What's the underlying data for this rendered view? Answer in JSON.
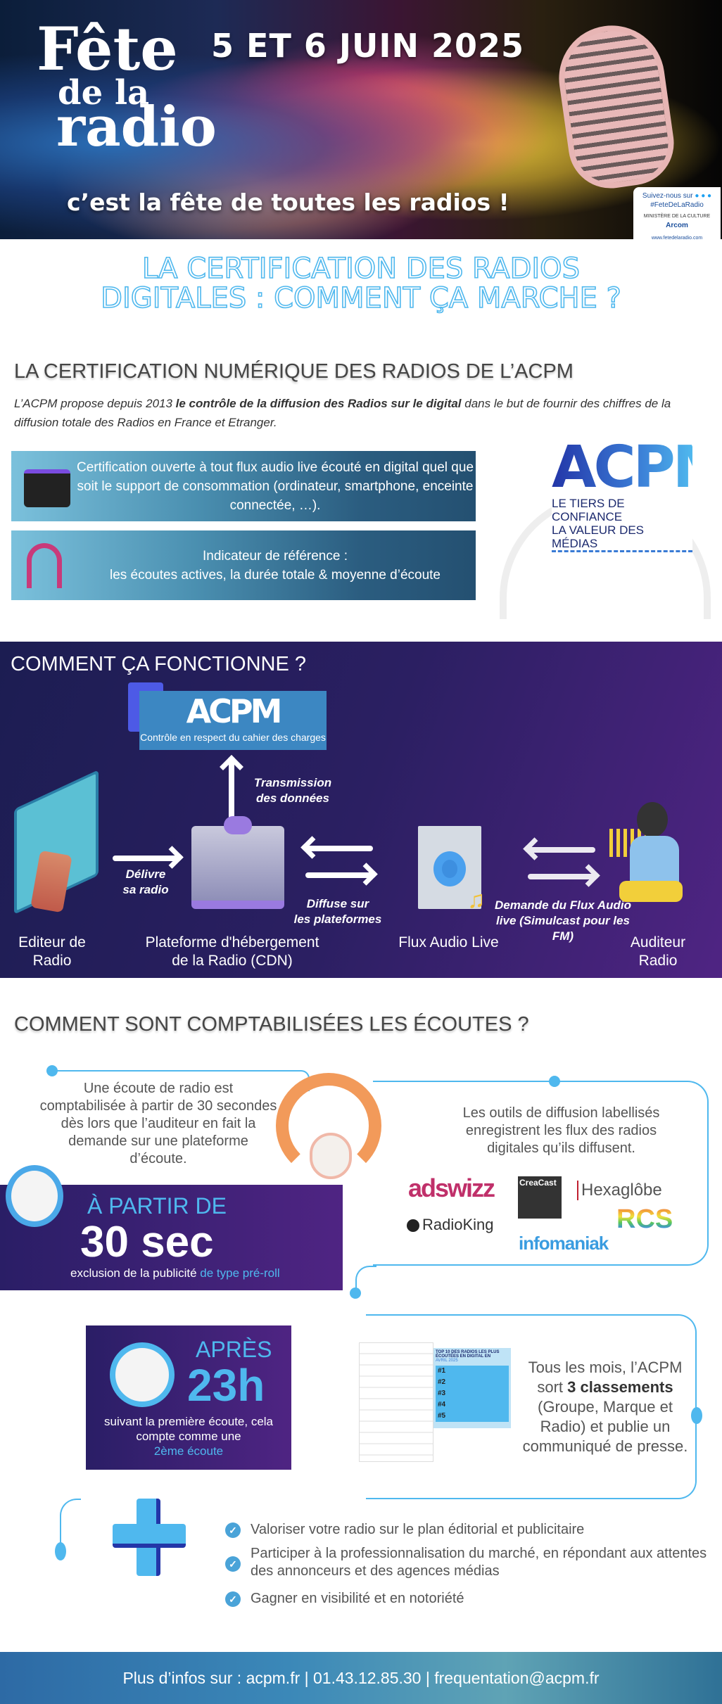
{
  "banner": {
    "logo_lines": [
      "Fête",
      "de la",
      "radio"
    ],
    "date": "5 ET 6 JUIN 2025",
    "tagline": "c’est la fête de toutes les radios !",
    "follow": "Suivez-nous sur",
    "hashtag": "#FeteDeLaRadio",
    "partners": [
      "MINISTÈRE DE LA CULTURE",
      "Arcom"
    ],
    "website": "www.fetedelaradio.com"
  },
  "title": {
    "line1": "LA CERTIFICATION DES RADIOS",
    "line2": "DIGITALES : COMMENT ÇA MARCHE ?"
  },
  "section1": {
    "heading": "LA CERTIFICATION NUMÉRIQUE DES RADIOS DE L’ACPM",
    "intro_pre": "L’ACPM propose depuis 2013 ",
    "intro_bold": "le contrôle de la diffusion des Radios sur le digital",
    "intro_post": " dans le but de fournir des chiffres de la diffusion totale des Radios en France et Etranger.",
    "box1": "Certification ouverte à tout flux audio live écouté en digital quel que soit le support de consommation (ordinateur, smartphone, enceinte connectée, …).",
    "box2_line1": "Indicateur de référence :",
    "box2_line2": "les écoutes actives, la durée totale & moyenne d’écoute",
    "acpm_logo": "ACPM",
    "acpm_tagline1": "LE TIERS DE CONFIANCE",
    "acpm_tagline2": "LA VALEUR DES MÉDIAS"
  },
  "section2": {
    "heading": "COMMENT ÇA FONCTIONNE ?",
    "acpm_logo": "ACPM",
    "acpm_caption": "Contrôle en respect du cahier des charges",
    "transmission": [
      "Transmission",
      "des données"
    ],
    "delivre": [
      "Délivre",
      "sa radio"
    ],
    "diffuse": [
      "Diffuse sur",
      "les plateformes"
    ],
    "demande": [
      "Demande du Flux Audio",
      "live (Simulcast pour les",
      "FM)"
    ],
    "labels": {
      "editeur": [
        "Editeur de",
        "Radio"
      ],
      "plateforme": [
        "Plateforme d'hébergement",
        "de la Radio (CDN)"
      ],
      "flux": "Flux Audio Live",
      "auditeur": [
        "Auditeur",
        "Radio"
      ]
    }
  },
  "section3": {
    "heading": "COMMENT SONT COMPTABILISÉES LES ÉCOUTES ?",
    "text1": "Une écoute de radio est comptabilisée à partir de 30 secondes dès lors que l’auditeur en fait la demande sur une plateforme d’écoute.",
    "text2": "Les outils de diffusion labellisés enregistrent les flux des radios digitales qu’ils diffusent.",
    "logos": [
      "adswizz",
      "CreaCast",
      "Hexaglôbe",
      "RadioKing",
      "RCS",
      "infomaniak"
    ],
    "box30": {
      "pre": "À PARTIR DE",
      "big": "30 sec",
      "excl": "exclusion de la publicité ",
      "excl_hl": "de type pré-roll"
    },
    "box23": {
      "pre": "APRÈS",
      "big": "23h",
      "l1": "suivant la première écoute, cela",
      "l2": "compte comme une",
      "hl": "2ème écoute"
    },
    "ranking": {
      "title": "TOP 10 DES RADIOS LES PLUS ÉCOUTÉES EN DIGITAL EN",
      "month": "AVRIL 2025",
      "ranks": [
        "#1",
        "#2",
        "#3",
        "#4",
        "#5"
      ]
    },
    "text3_pre": "Tous les mois, l’ACPM sort ",
    "text3_bold": "3 classements",
    "text3_post": " (Groupe, Marque et Radio) et publie un communiqué de presse.",
    "benefits": [
      "Valoriser votre radio sur le plan éditorial et publicitaire",
      "Participer à la professionnalisation du marché, en répondant aux attentes des annonceurs et des agences médias",
      "Gagner en visibilité et en notoriété"
    ]
  },
  "footer": {
    "text": "Plus d’infos sur : acpm.fr | 01.43.12.85.30 | frequentation@acpm.fr"
  },
  "colors": {
    "accent": "#4fb8ee",
    "purple": "#4f2483",
    "navy": "#1c1d52",
    "acpm_blue": "#2336a8"
  }
}
